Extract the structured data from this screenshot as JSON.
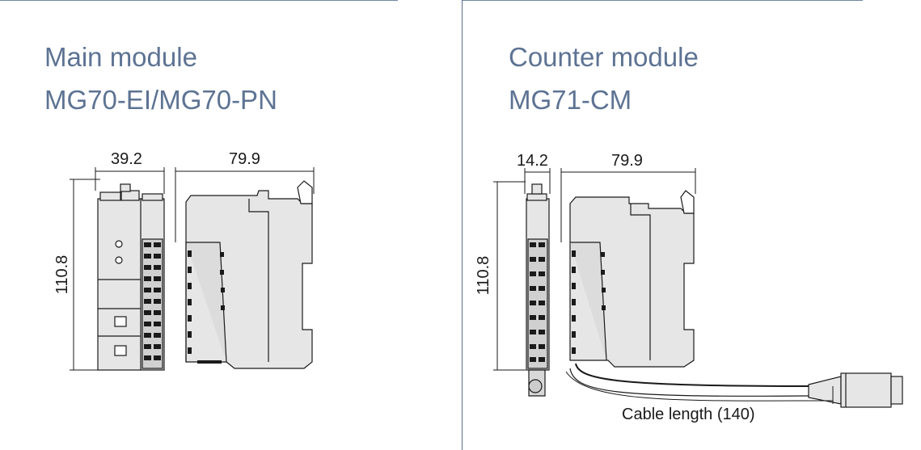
{
  "left": {
    "title_line1": "Main module",
    "title_line2": "MG70-EI/MG70-PN",
    "dim_width": "39.2",
    "dim_depth": "79.9",
    "dim_height": "110.8"
  },
  "right": {
    "title_line1": "Counter module",
    "title_line2": "MG71-CM",
    "dim_width": "14.2",
    "dim_depth": "79.9",
    "dim_height": "110.8",
    "cable_label": "Cable length (140)"
  },
  "colors": {
    "title": "#5d7393",
    "divider": "#5a6f8c",
    "module_fill": "#e6e6e6",
    "line": "#1a1a1a"
  }
}
